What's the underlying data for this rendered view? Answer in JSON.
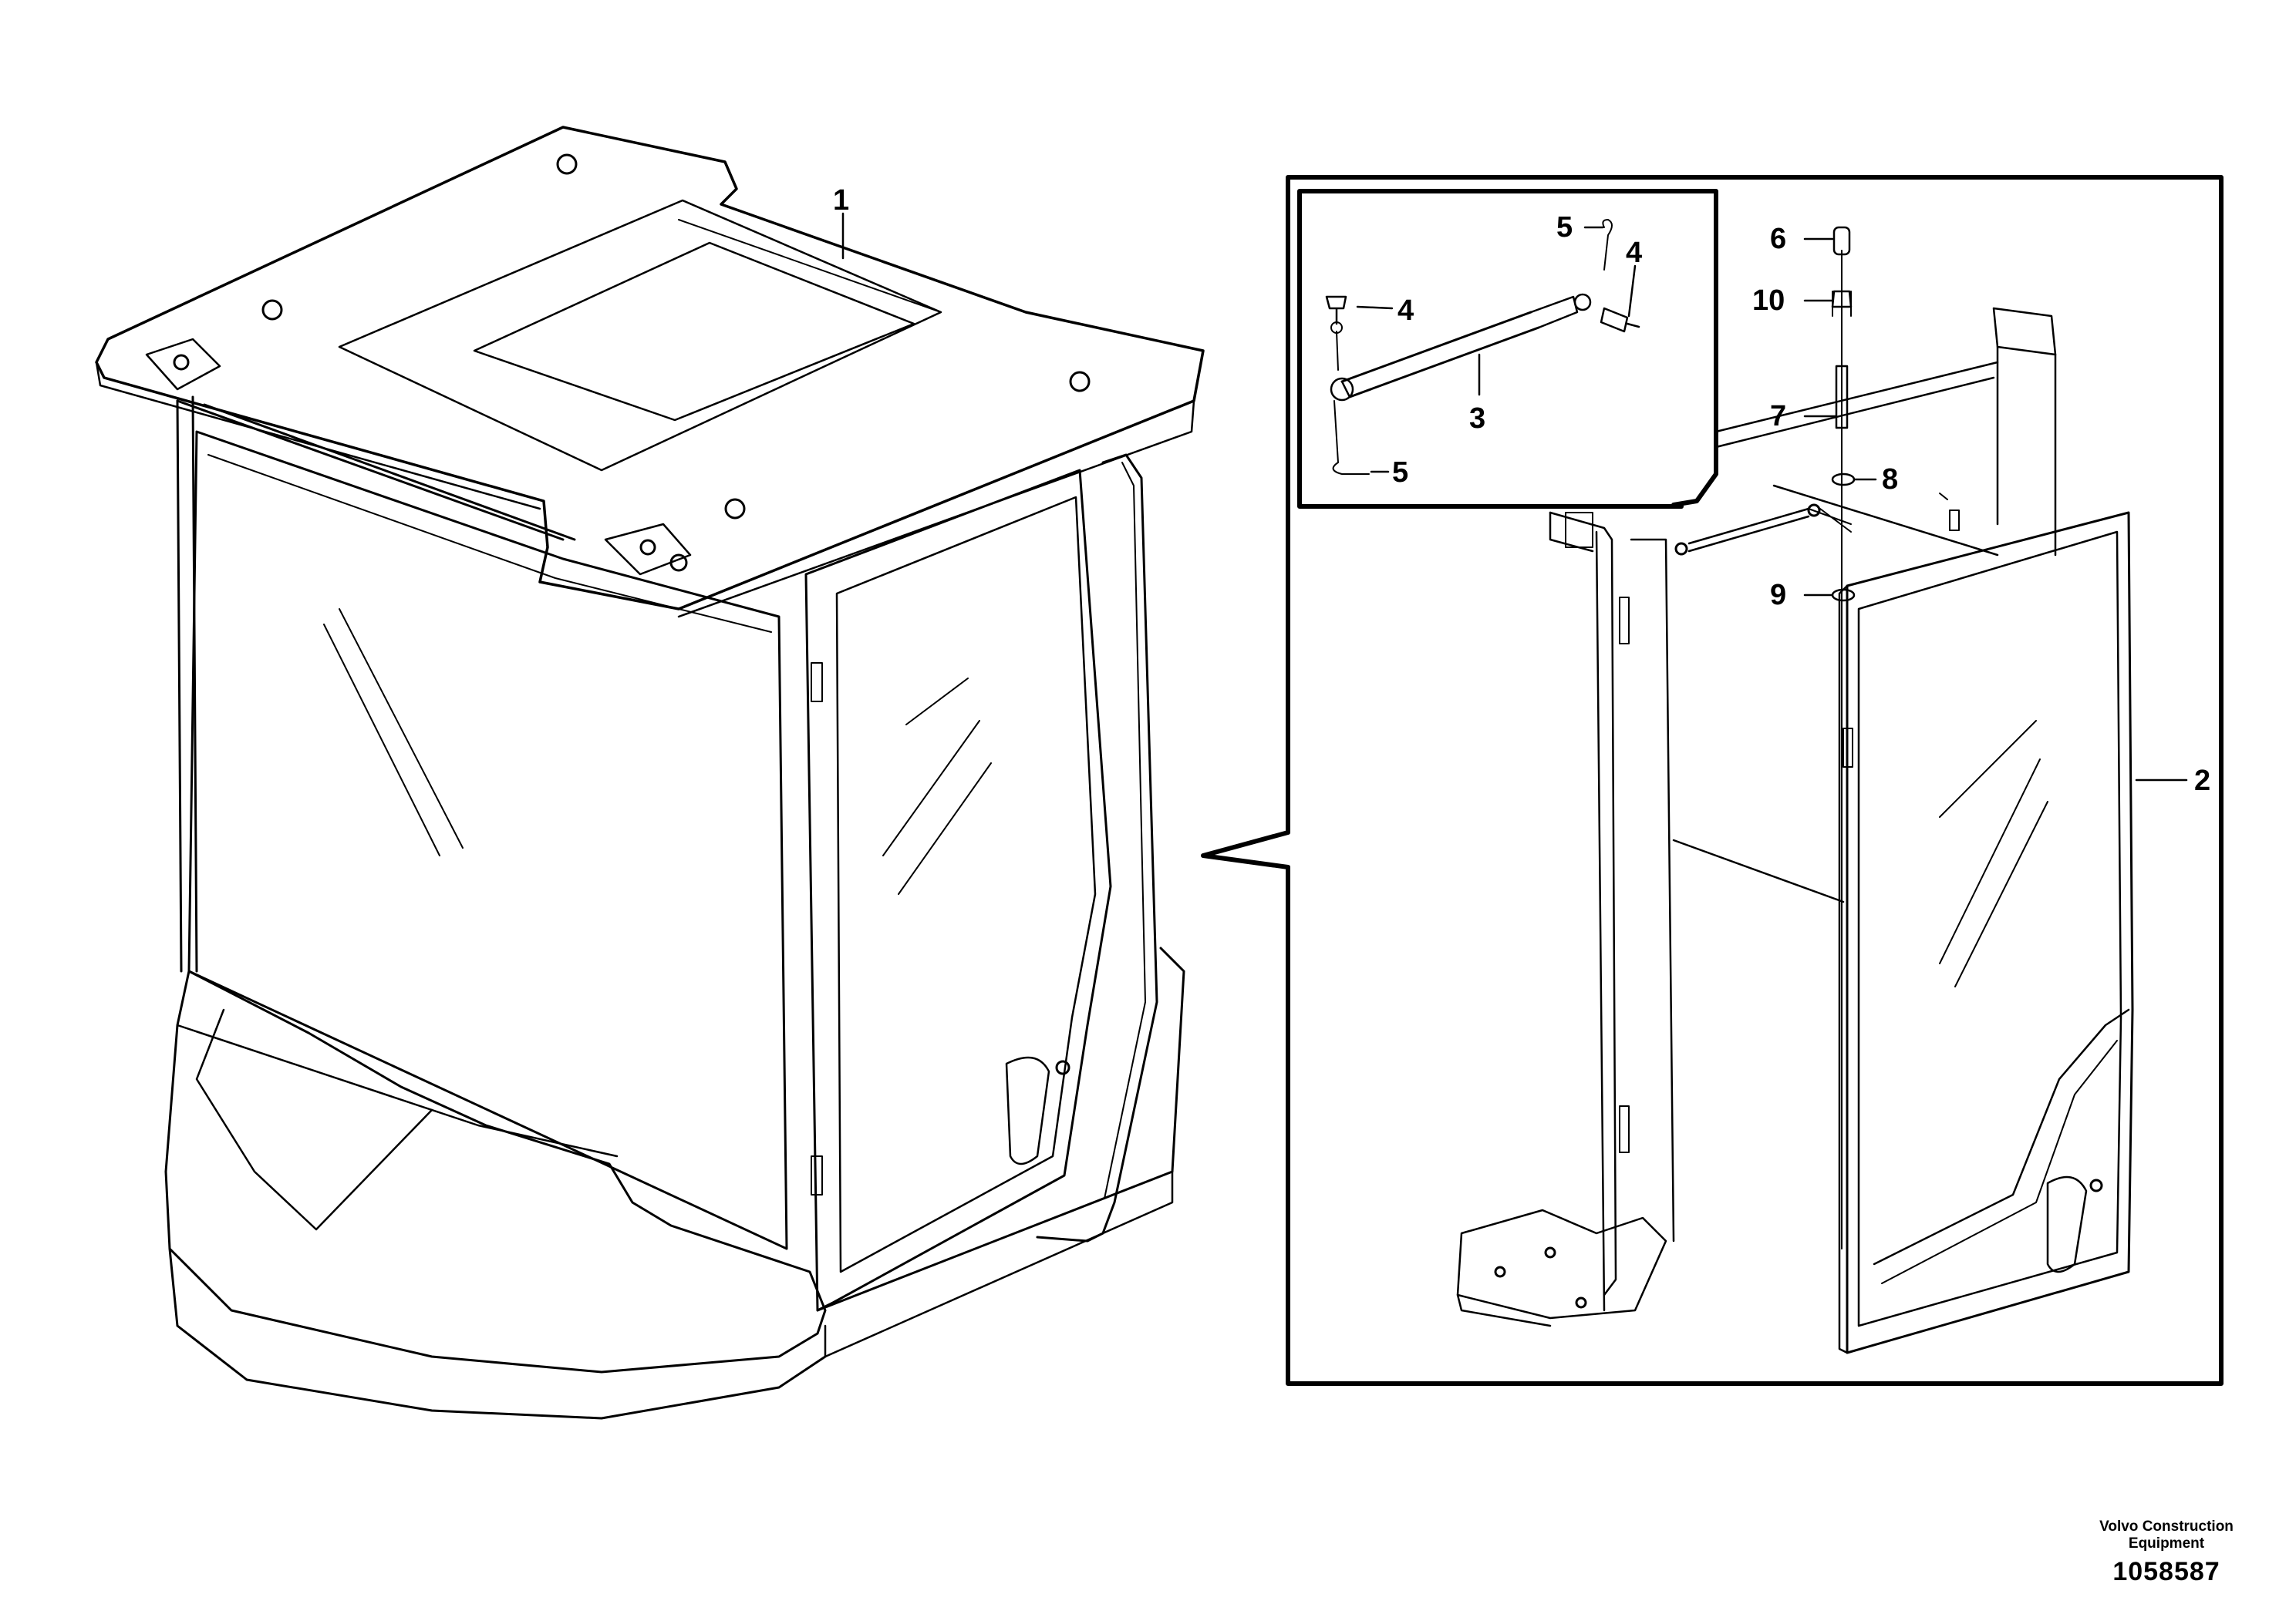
{
  "callouts": {
    "c1": "1",
    "c2": "2",
    "c3": "3",
    "c4a": "4",
    "c4b": "4",
    "c5a": "5",
    "c5b": "5",
    "c6": "6",
    "c7": "7",
    "c8": "8",
    "c9": "9",
    "c10": "10"
  },
  "footer": {
    "brand": "Volvo Construction",
    "sub": "Equipment",
    "code": "1058587"
  }
}
